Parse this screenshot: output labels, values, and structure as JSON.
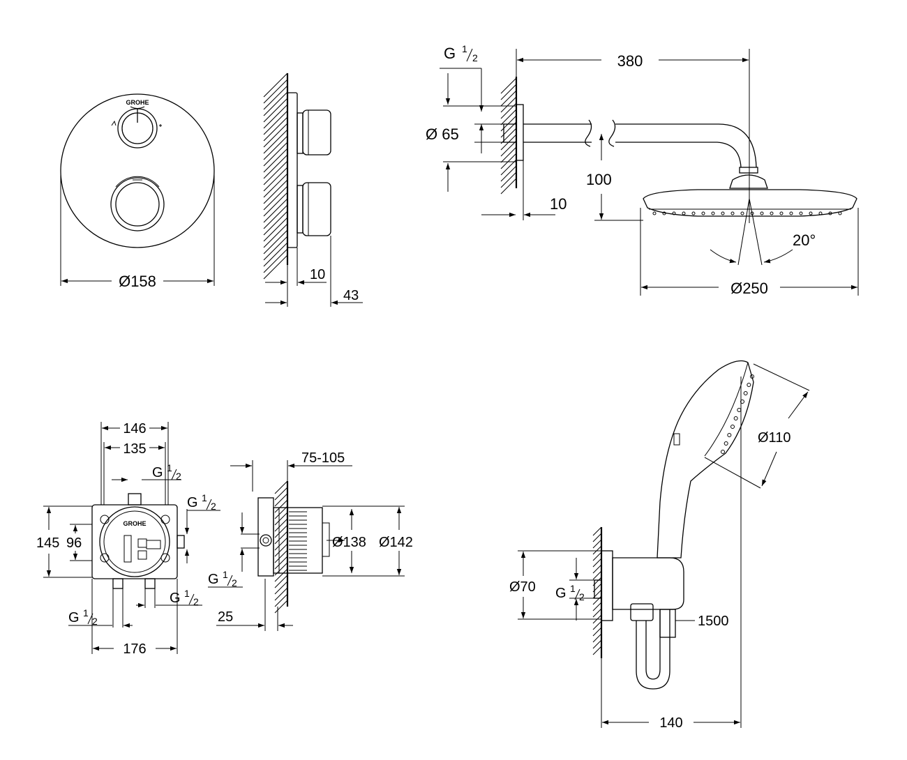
{
  "brand": "GROHE",
  "views": {
    "thermostat_front": {
      "diameter": "Ø158"
    },
    "thermostat_side": {
      "wall_gap": "10",
      "depth": "43"
    },
    "head_shower": {
      "thread": "G",
      "thread_frac_num": "1",
      "thread_frac_den": "2",
      "arm_length": "380",
      "flange_diameter": "Ø 65",
      "height": "100",
      "flange_offset": "10",
      "tilt_angle": "20°",
      "head_diameter": "Ø250"
    },
    "rough_in_front": {
      "width_outer": "146",
      "width_inner": "135",
      "height_outer": "145",
      "height_inner": "96",
      "overall_width": "176",
      "thread": "G",
      "frac_num": "1",
      "frac_den": "2"
    },
    "rough_in_side": {
      "depth_range": "75-105",
      "dia_inner": "Ø138",
      "dia_outer": "Ø142",
      "min_depth": "25",
      "thread": "G",
      "frac_num": "1",
      "frac_den": "2"
    },
    "hand_shower": {
      "head_diameter": "Ø110",
      "elbow_diameter": "Ø70",
      "hose_length": "1500",
      "projection": "140",
      "thread": "G",
      "frac_num": "1",
      "frac_den": "2"
    }
  }
}
